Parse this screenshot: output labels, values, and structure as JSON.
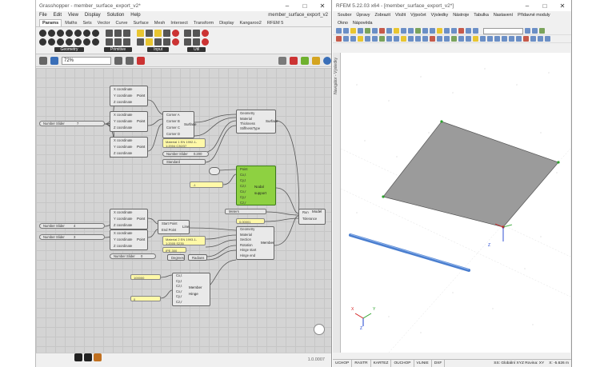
{
  "grasshopper": {
    "window_title": "Grasshopper - member_surface_export_v2*",
    "menu": [
      "File",
      "Edit",
      "View",
      "Display",
      "Solution",
      "Help"
    ],
    "document_name": "member_surface_export_v2",
    "tabs": [
      "Params",
      "Maths",
      "Sets",
      "Vector",
      "Curve",
      "Surface",
      "Mesh",
      "Intersect",
      "Transform",
      "Display",
      "Kangaroo2",
      "RFEM 5"
    ],
    "active_tab": "Params",
    "ribbon_groups": [
      "Geometry",
      "Primitive",
      "Input",
      "Util"
    ],
    "zoom": "72%",
    "version": "1.0.0007",
    "components": {
      "construct_point": "Point",
      "x_coord": "X coordinate",
      "y_coord": "Y coordinate",
      "z_coord": "Z coordinate",
      "surface_node": {
        "inputs": [
          "Corner A",
          "Corner B",
          "Corner C",
          "Corner D"
        ],
        "name": "Surface"
      },
      "rfem_surface": {
        "inputs": [
          "Geometry",
          "Material",
          "Thickness",
          "StiffnessType"
        ],
        "name": "Surface"
      },
      "nodal_support": {
        "inputs": [
          "Point",
          "Cx,t",
          "Cy,t",
          "Cz,t",
          "Cx,r",
          "Cy,r",
          "Cz,r"
        ],
        "name": "Nodal support"
      },
      "line": {
        "inputs": [
          "Start Point",
          "End Point"
        ],
        "name": "Line"
      },
      "member": {
        "inputs": [
          "Geometry",
          "Material",
          "Section",
          "Rotation",
          "Hinge start",
          "Hinge end"
        ],
        "name": "Member"
      },
      "member_hinge": {
        "inputs": [
          "Cx,t",
          "Cy,t",
          "Cz,t",
          "Cx,r",
          "Cy,r",
          "Cz,r"
        ],
        "name": "Member Hinge"
      },
      "export": {
        "inputs": [
          "Run",
          "Tolerance"
        ],
        "name": "Model"
      },
      "degrees": "Degrees",
      "radians": "Radians"
    },
    "sliders": {
      "number_slider": "Number Slider",
      "val_1": "7",
      "val_thickness": "0.200",
      "val_a": "4",
      "val_b": "3",
      "val_rot": "0",
      "tolerance": "0.00001"
    },
    "panels": {
      "material_surface": "Material 1 EN 1992-1-1:2004 C30/37",
      "material_member": "Material 2 EN 1993-1-1:2005 S235",
      "section": "IPE 300",
      "stiffness": "Standard",
      "transfer_units": "Meters",
      "support_value": "-1",
      "hinge_value": "100000",
      "hinge_zero": "0"
    }
  },
  "rfem": {
    "window_title": "RFEM 5.22.03 x64 - [member_surface_export_v2*]",
    "menu": [
      "Soubor",
      "Úpravy",
      "Zobrazit",
      "Vložit",
      "Výpočet",
      "Výsledky",
      "Nástroje",
      "Tabulka",
      "Nastavení",
      "Přídavné moduly",
      "Okno",
      "Nápověda"
    ],
    "navigator_label": "Navigátor - Výsledky",
    "status_items": [
      "UCHOP",
      "RASTR",
      "KARTEZ",
      "OUCHOP",
      "VLINIE",
      "DXF"
    ],
    "status_right": "SS: Globální XYZ  Rovina: XY",
    "coord": "X: -5.626 m",
    "axis_labels": {
      "x": "X",
      "y": "Y",
      "z": "Z"
    },
    "colors": {
      "surface": "#9b9b9b",
      "member": "#4a7ecf",
      "support": "#2aa32a",
      "node": "#d42020",
      "axis_x": "#d42020",
      "axis_y": "#2aa32a",
      "axis_z": "#1a3fcf"
    }
  }
}
